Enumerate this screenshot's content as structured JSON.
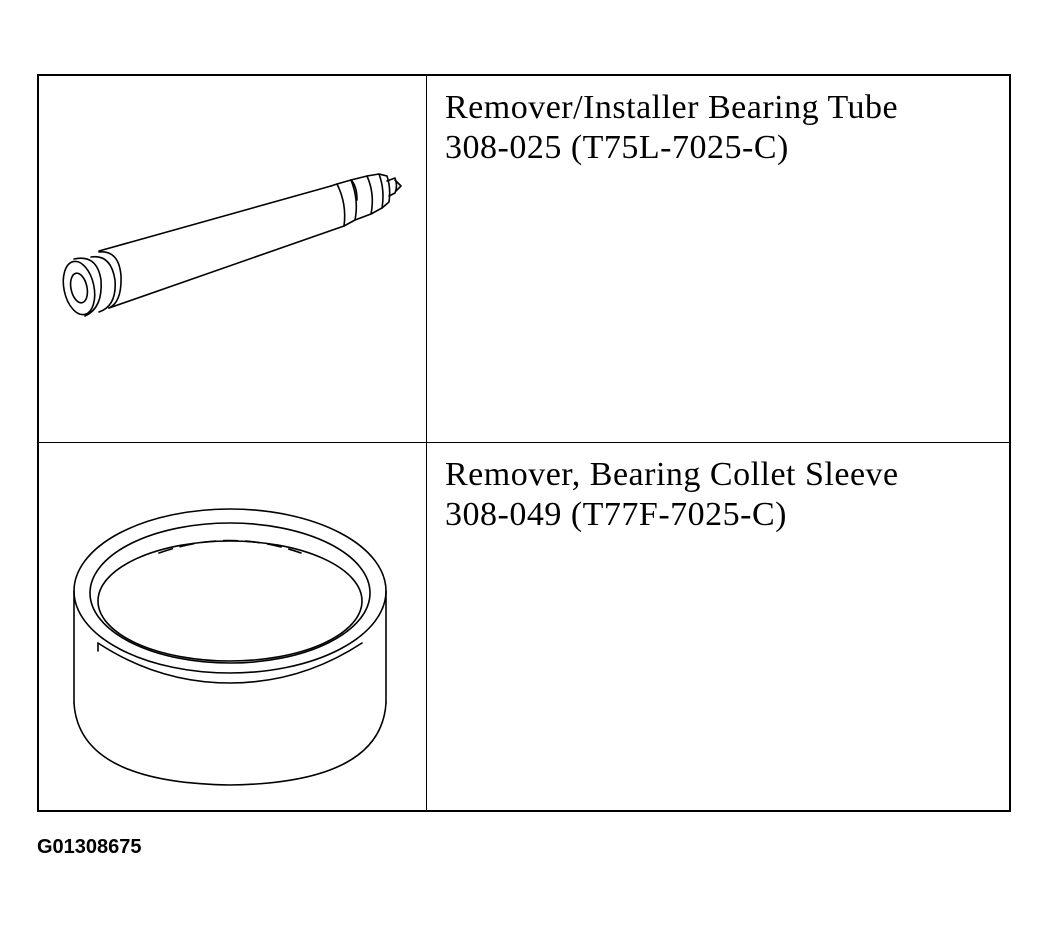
{
  "tools": [
    {
      "name": "Remover/Installer Bearing Tube",
      "part_number": "308-025 (T75L-7025-C)",
      "illustration": "bearing-tube-drawing"
    },
    {
      "name": "Remover, Bearing Collet Sleeve",
      "part_number": "308-049 (T77F-7025-C)",
      "illustration": "collet-sleeve-drawing"
    }
  ],
  "figure_id": "G01308675"
}
